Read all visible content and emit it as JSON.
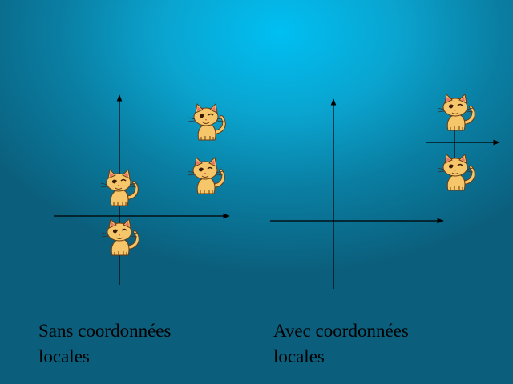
{
  "slide": {
    "left_caption": {
      "line1": "Sans coordonnées",
      "line2": "locales"
    },
    "right_caption": {
      "line1": "Avec coordonnées",
      "line2": "locales"
    }
  },
  "colors": {
    "background_center": "#00bff2",
    "background_edge": "#0b5f7d",
    "axis": "#000000",
    "cat_body": "#f6c66a",
    "cat_outline": "#6a3a10",
    "cat_ear_inner": "#e8736a"
  },
  "diagram": {
    "left_panel": {
      "name": "global-coordinates",
      "cat_count": 4
    },
    "right_panel": {
      "name": "local-coordinates",
      "cat_count": 2
    }
  }
}
